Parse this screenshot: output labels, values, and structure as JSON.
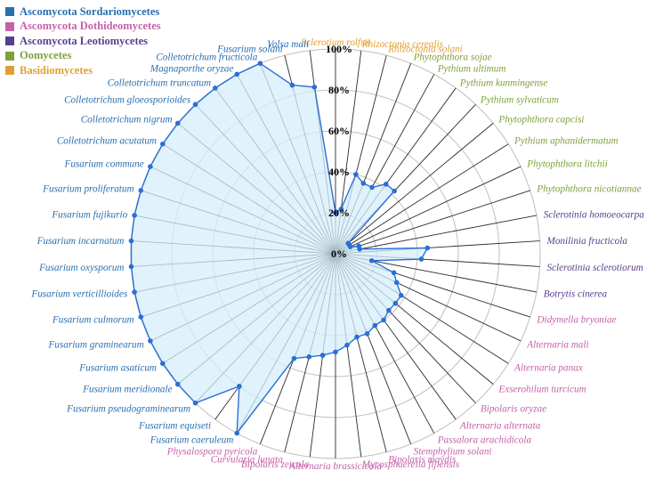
{
  "chart_data": {
    "type": "radar",
    "title": "",
    "value_unit": "%",
    "rlim": [
      0,
      100
    ],
    "ticks": [
      "0%",
      "20%",
      "40%",
      "60%",
      "80%",
      "100%"
    ],
    "grid": true,
    "legend_position": "top-left",
    "groups": [
      {
        "name": "Ascomycota Sordariomycetes",
        "color": "#2a6fb0"
      },
      {
        "name": "Ascomycota Dothideomycetes",
        "color": "#c462a8"
      },
      {
        "name": "Ascomycota Leotiomycetes",
        "color": "#5a3f8f"
      },
      {
        "name": "Oomycetes",
        "color": "#7ea03a"
      },
      {
        "name": "Basidiomycetes",
        "color": "#e0a030"
      }
    ],
    "series": [
      {
        "color": "#2a6fd6",
        "fill": "#d6eefa",
        "points": [
          {
            "label": "Sclerotium rolfsii",
            "group": 4,
            "value": 20
          },
          {
            "label": "Rhizoctonia cerealis",
            "group": 4,
            "value": 22
          },
          {
            "label": "Rhizoctonia solani",
            "group": 4,
            "value": 40
          },
          {
            "label": "Phytophthora sojae",
            "group": 3,
            "value": 37
          },
          {
            "label": "Pythium ultimum",
            "group": 3,
            "value": 37
          },
          {
            "label": "Pythium kunmingense",
            "group": 3,
            "value": 42
          },
          {
            "label": "Pythium sylvaticum",
            "group": 3,
            "value": 42
          },
          {
            "label": "Phytophthora capcisi",
            "group": 3,
            "value": 8
          },
          {
            "label": "Pythium aphanidermatum",
            "group": 3,
            "value": 8
          },
          {
            "label": "Phytophthora litchii",
            "group": 3,
            "value": 8
          },
          {
            "label": "Phytophthora nicotiannae",
            "group": 3,
            "value": 12
          },
          {
            "label": "Sclerotinia homoeocarpa",
            "group": 2,
            "value": 12
          },
          {
            "label": "Monilinia fructicola",
            "group": 2,
            "value": 45
          },
          {
            "label": "Sclerotinia sclerotiorum",
            "group": 2,
            "value": 42
          },
          {
            "label": "Botrytis cinerea",
            "group": 2,
            "value": 18
          },
          {
            "label": "Didymella bryoniae",
            "group": 1,
            "value": 30
          },
          {
            "label": "Alternaria mali",
            "group": 1,
            "value": 33
          },
          {
            "label": "Alternaria panax",
            "group": 1,
            "value": 38
          },
          {
            "label": "Exserohilum turcicum",
            "group": 1,
            "value": 38
          },
          {
            "label": "Bipolaris oryzae",
            "group": 1,
            "value": 38
          },
          {
            "label": "Alternaria alternata",
            "group": 1,
            "value": 40
          },
          {
            "label": "Passalora arachidicola",
            "group": 1,
            "value": 40
          },
          {
            "label": "Stemphylium solani",
            "group": 1,
            "value": 42
          },
          {
            "label": "Bipolaris maydis",
            "group": 1,
            "value": 42
          },
          {
            "label": "Mycosphaerella fijiensis",
            "group": 1,
            "value": 45
          },
          {
            "label": "Alternaria brassicicola",
            "group": 1,
            "value": 48
          },
          {
            "label": "Bipolaris zeicola",
            "group": 1,
            "value": 50
          },
          {
            "label": "Curvularia lunata",
            "group": 1,
            "value": 52
          },
          {
            "label": "Physalospora pyricola",
            "group": 1,
            "value": 55
          },
          {
            "label": "Fusarium caeruleum",
            "group": 0,
            "value": 100
          },
          {
            "label": "Fusarium equiseti",
            "group": 0,
            "value": 80
          },
          {
            "label": "Fusarium pseudograminearum",
            "group": 0,
            "value": 100
          },
          {
            "label": "Fusarium meridionale",
            "group": 0,
            "value": 100
          },
          {
            "label": "Fusarium asaticum",
            "group": 0,
            "value": 100
          },
          {
            "label": "Fusarium graminearum",
            "group": 0,
            "value": 100
          },
          {
            "label": "Fusarium culmorum",
            "group": 0,
            "value": 100
          },
          {
            "label": "Fusarium verticillioides",
            "group": 0,
            "value": 100
          },
          {
            "label": "Fusarium oxysporum",
            "group": 0,
            "value": 100
          },
          {
            "label": "Fusarium incarnatum",
            "group": 0,
            "value": 100
          },
          {
            "label": "Fusarium fujikurio",
            "group": 0,
            "value": 100
          },
          {
            "label": "Fusarium proliferatum",
            "group": 0,
            "value": 100
          },
          {
            "label": "Fusarium commune",
            "group": 0,
            "value": 100
          },
          {
            "label": "Colletotrichum acutatum",
            "group": 0,
            "value": 100
          },
          {
            "label": "Colletotrichum nigrum",
            "group": 0,
            "value": 100
          },
          {
            "label": "Colletotrichum gloeosporioides",
            "group": 0,
            "value": 100
          },
          {
            "label": "Colletotrichum truncatum",
            "group": 0,
            "value": 100
          },
          {
            "label": "Magnaporthe oryzae",
            "group": 0,
            "value": 100
          },
          {
            "label": "Colletotrichum fructicola",
            "group": 0,
            "value": 100
          },
          {
            "label": "Fusarium solani",
            "group": 0,
            "value": 85
          },
          {
            "label": "Valsa mali",
            "group": 0,
            "value": 82
          }
        ]
      }
    ]
  }
}
